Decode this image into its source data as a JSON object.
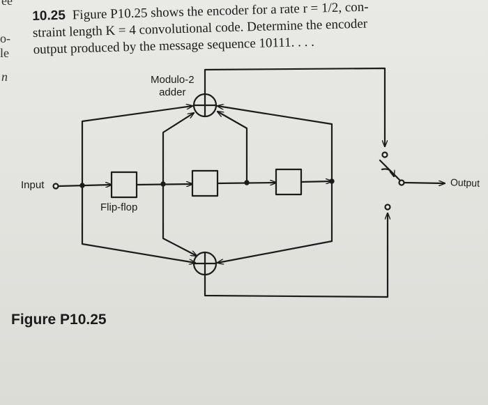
{
  "margin": {
    "frag1": "ee",
    "frag2": "o-",
    "frag3": "le",
    "frag4": "n"
  },
  "problem": {
    "number": "10.25",
    "line1": "Figure P10.25 shows the encoder for a rate r = 1/2, con-",
    "line2": "straint length K = 4 convolutional code. Determine the encoder",
    "line3": "output produced by the message sequence 10111. . . ."
  },
  "figure": {
    "adder_label_1": "Modulo-2",
    "adder_label_2": "adder",
    "input_label": "Input",
    "flipflop_label": "Flip-flop",
    "output_label": "Output",
    "caption": "Figure P10.25"
  }
}
